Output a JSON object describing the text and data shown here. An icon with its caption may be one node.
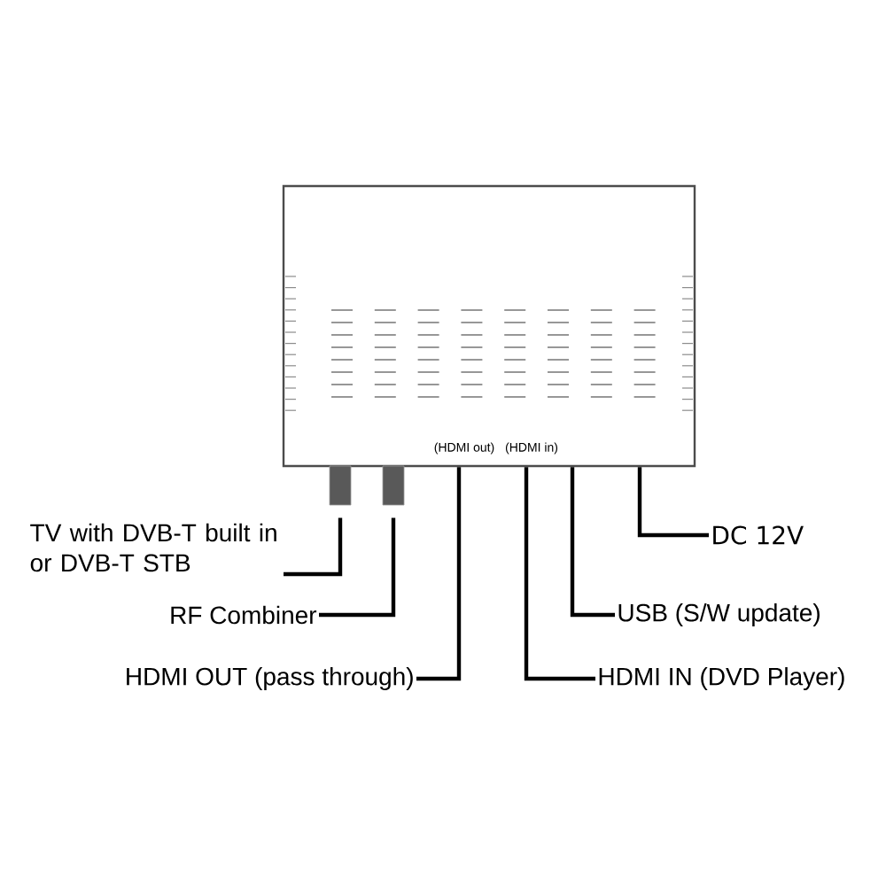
{
  "diagram": {
    "nodes": [
      {
        "text": [],
        "shape": "box"
      },
      {
        "text": [],
        "shape": "box"
      },
      {
        "text": [],
        "shape": "box"
      },
      {
        "text": [
          "TV with DVB-T built in or DVB-T STB"
        ]
      },
      {
        "text": [
          "RF Combiner"
        ]
      },
      {
        "text": [
          "HDMI OUT (pass through)"
        ]
      },
      {
        "text": [
          "HDMI IN (DVD Player)"
        ]
      },
      {
        "text": [
          "USB (S/W update)"
        ]
      },
      {
        "text": [
          "DC 12V"
        ]
      }
    ],
    "edges": [
      {
        "from": 3,
        "to": 1,
        "arrow": "none"
      },
      {
        "from": 4,
        "to": 2,
        "arrow": "none"
      },
      {
        "from": 5,
        "to": 0,
        "arrow": "none"
      },
      {
        "from": 6,
        "to": 0,
        "arrow": "none"
      },
      {
        "from": 7,
        "to": 0,
        "arrow": "none"
      },
      {
        "from": 8,
        "to": 0,
        "arrow": "none"
      }
    ],
    "labels": [
      "(HDMI out)",
      "(HDMI in)"
    ]
  }
}
